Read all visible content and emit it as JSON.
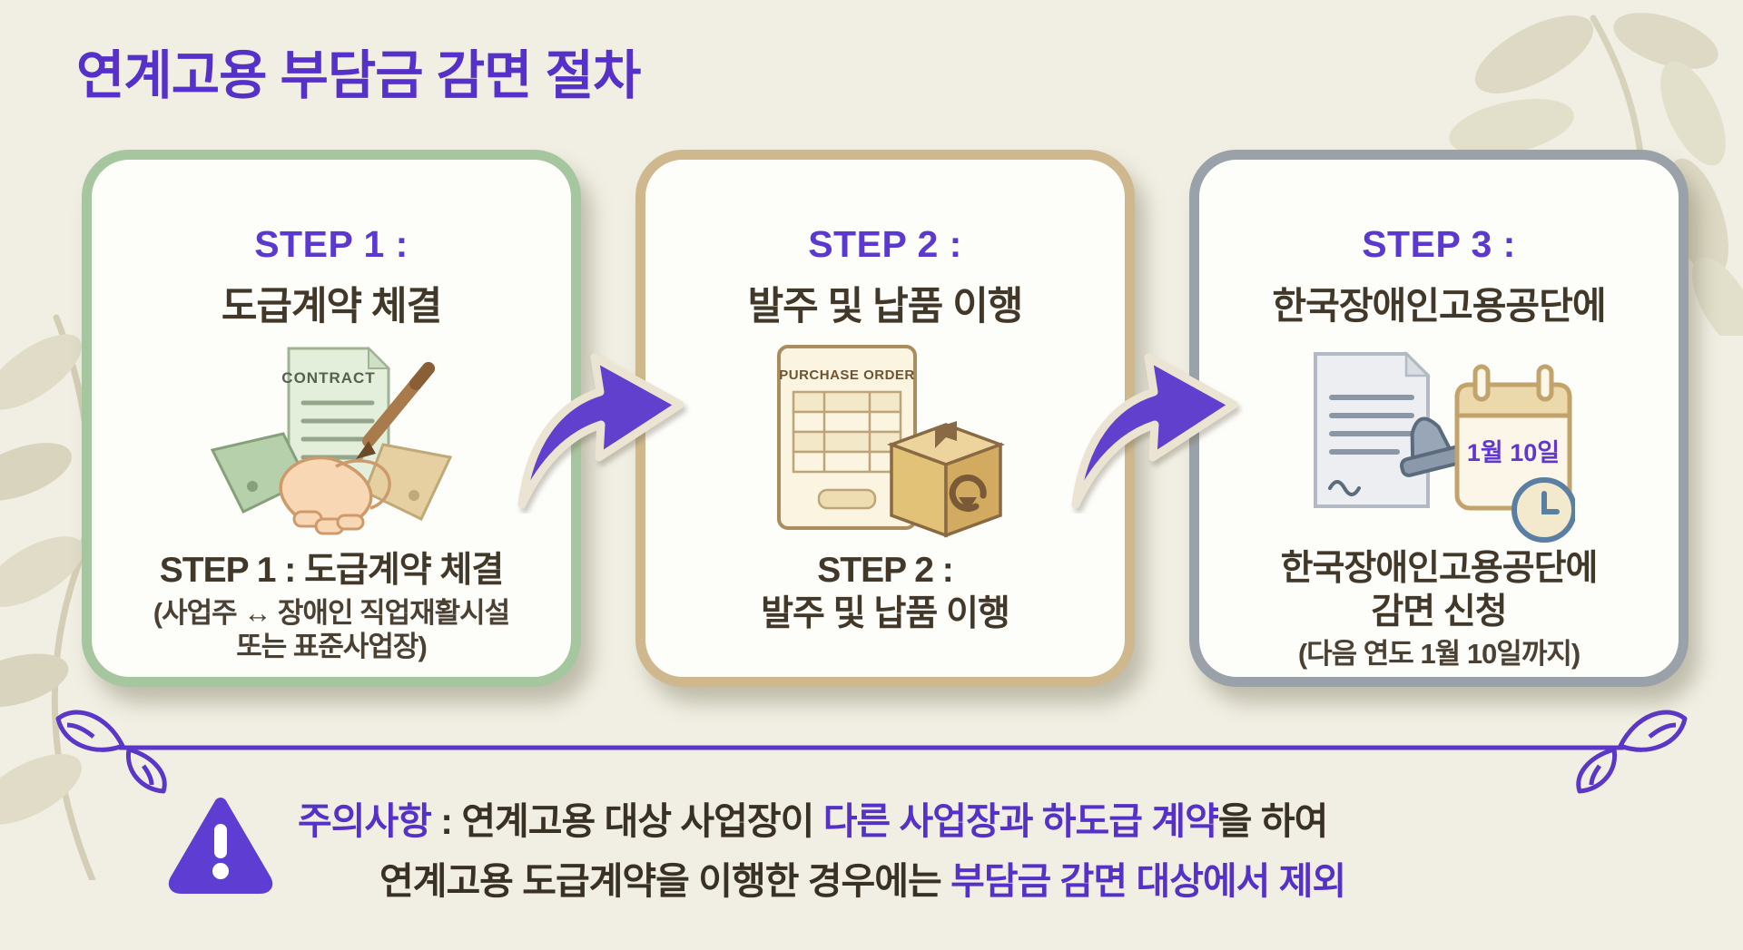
{
  "title": "연계고용 부담금 감면 절차",
  "steps": [
    {
      "label": "STEP 1 :",
      "heading": "도급계약 체결",
      "icon": "contract-handshake-icon",
      "icon_text": "CONTRACT",
      "caption_bold": "STEP 1 : 도급계약 체결",
      "caption_sub_line1": "(사업주 ↔ 장애인 직업재활시설",
      "caption_sub_line2": "또는 표준사업장)",
      "border_color": "#a6c6a0"
    },
    {
      "label": "STEP 2 :",
      "heading": "발주 및 납품 이행",
      "icon": "purchase-order-box-icon",
      "icon_text": "PURCHASE ORDER",
      "caption_bold_line1": "STEP 2 :",
      "caption_bold_line2": "발주 및 납품 이행",
      "border_color": "#cfb88e"
    },
    {
      "label": "STEP 3 :",
      "heading": "한국장애인고용공단에",
      "icon": "document-stamp-calendar-clock-icon",
      "icon_text": "1월 10일",
      "caption_bold_line1": "한국장애인고용공단에",
      "caption_bold_line2": "감면 신청",
      "caption_sub_line1": "(다음 연도 1월 10일까지)",
      "border_color": "#9aa1a8"
    }
  ],
  "notice": {
    "icon": "warning-triangle-icon",
    "line1": [
      {
        "text": "주의사항"
      },
      {
        "text": " : 연계고용 대상 사업장이 "
      },
      {
        "text": "다른 사업장과 하도급 계약"
      },
      {
        "text": "을 하여"
      }
    ],
    "line2": [
      {
        "text": "연계고용 도급계약을 이행한 경우에는 "
      },
      {
        "text": "부담금 감면 대상에서 제외"
      }
    ]
  },
  "colors": {
    "accent_purple": "#5531c9",
    "dark_text": "#3e3426",
    "background": "#f1efe3",
    "step1_border": "#a6c6a0",
    "step2_border": "#cfb88e",
    "step3_border": "#9aa1a8"
  }
}
